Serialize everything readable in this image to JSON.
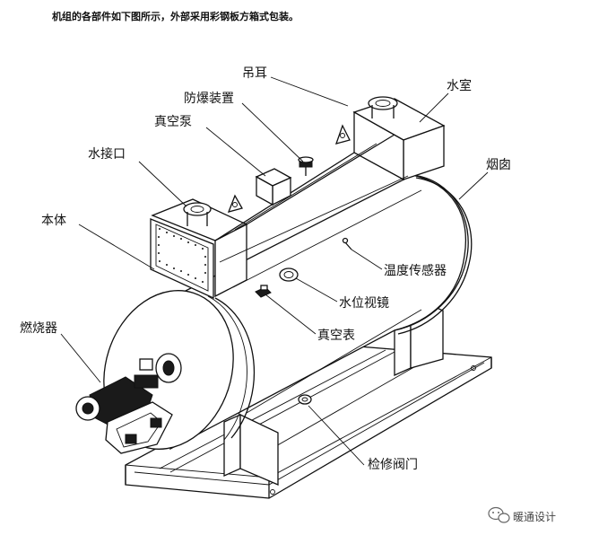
{
  "caption": "机组的各部件如下图所示，外部采用彩钢板方箱式包装。",
  "labels": {
    "lifting_lug": "吊耳",
    "explosion_proof": "防爆装置",
    "vacuum_pump": "真空泵",
    "water_inlet": "水接口",
    "body": "本体",
    "burner": "燃烧器",
    "water_chamber": "水室",
    "chimney": "烟囱",
    "temp_sensor": "温度传感器",
    "water_sight_glass": "水位视镜",
    "vacuum_gauge": "真空表",
    "inspection_valve": "检修阀门"
  },
  "watermark": {
    "text": "暖通设计",
    "icon": "wechat-icon"
  }
}
